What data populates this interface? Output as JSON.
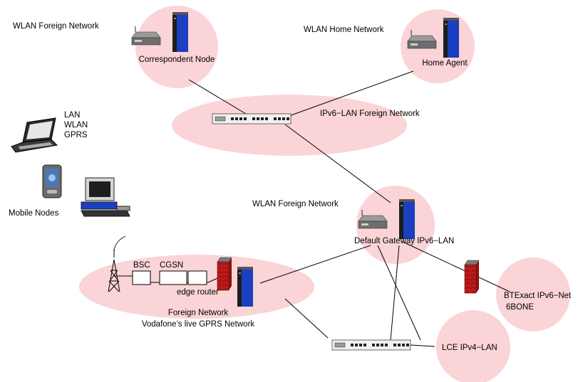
{
  "labels": {
    "wlan_foreign_top": "WLAN Foreign Network",
    "correspondent_node": "Correspondent Node",
    "wlan_home": "WLAN Home Network",
    "home_agent": "Home Agent",
    "ipv6_lan_foreign": "IPv6−LAN Foreign Network",
    "access_lan": "LAN",
    "access_wlan": "WLAN",
    "access_gprs": "GPRS",
    "mobile_nodes": "Mobile Nodes",
    "wlan_foreign_mid": "WLAN Foreign Network",
    "default_gateway": "Default Gateway IPv6−LAN",
    "bsc": "BSC",
    "cgsn": "CGSN",
    "edge_router": "edge router",
    "foreign_network": "Foreign Network",
    "vodafone": "Vodafone’s live GPRS Network",
    "btexact": "BTExact IPv6−Net",
    "sixbone": "6BONE",
    "lce": "LCE IPv4−LAN"
  },
  "colors": {
    "cloud_fill": "#fad4d6",
    "server_blue": "#1a3fbf",
    "server_dark": "#1d1d1d",
    "firewall_red": "#c21a1a",
    "link": "#000000"
  }
}
